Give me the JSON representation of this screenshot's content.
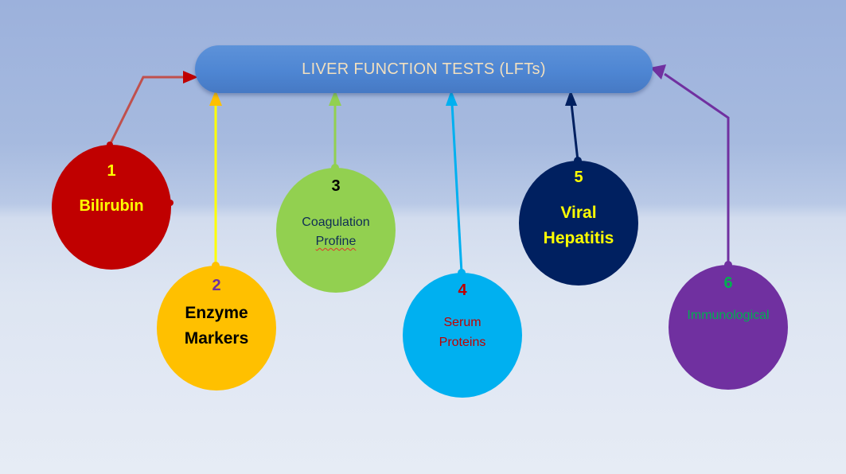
{
  "diagram": {
    "title": "LIVER FUNCTION TESTS (LFTs)",
    "nodes": [
      {
        "number": "1",
        "label_lines": [
          "Bilirubin"
        ],
        "fill_color": "#c00000",
        "text_color": "#ffff00",
        "number_color": "#ffff00",
        "line_color": "#c0504d"
      },
      {
        "number": "2",
        "label_lines": [
          "Enzyme",
          "Markers"
        ],
        "fill_color": "#ffc000",
        "text_color": "#000000",
        "number_color": "#7030a0",
        "line_color": "#ffff00"
      },
      {
        "number": "3",
        "label_lines": [
          "Coagulation",
          "Profine"
        ],
        "fill_color": "#92d050",
        "text_color": "#0f2d55",
        "number_color": "#000000",
        "line_color": "#92d050"
      },
      {
        "number": "4",
        "label_lines": [
          "Serum",
          "Proteins"
        ],
        "fill_color": "#00b0f0",
        "text_color": "#c00000",
        "number_color": "#c00000",
        "line_color": "#00b0f0"
      },
      {
        "number": "5",
        "label_lines": [
          "Viral",
          "Hepatitis"
        ],
        "fill_color": "#002060",
        "text_color": "#ffff00",
        "number_color": "#ffff00",
        "line_color": "#002060"
      },
      {
        "number": "6",
        "label_lines": [
          "Immunological"
        ],
        "fill_color": "#7030a0",
        "text_color": "#00b050",
        "number_color": "#00b050",
        "line_color": "#7030a0"
      }
    ],
    "title_bar_color": "#5b8fd6",
    "title_text_color": "#f1dfbf"
  }
}
